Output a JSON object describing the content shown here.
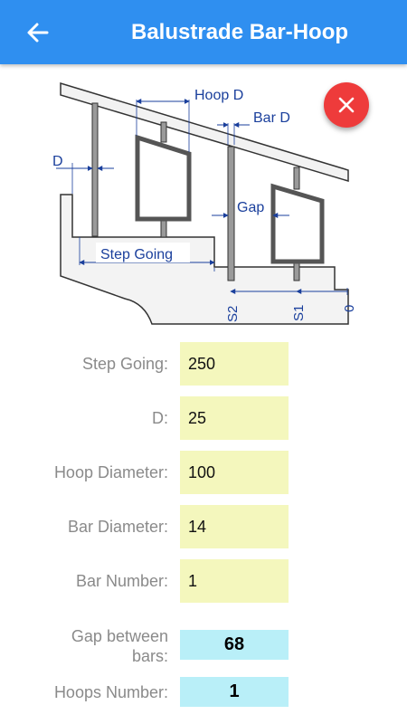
{
  "app_bar": {
    "title": "Balustrade Bar-Hoop"
  },
  "diagram": {
    "labels": {
      "hoop_d": "Hoop D",
      "bar_d": "Bar D",
      "d": "D",
      "gap": "Gap",
      "step_going": "Step Going",
      "s2": "S2",
      "s1": "S1",
      "zero": "0"
    }
  },
  "form": {
    "step_going": {
      "label": "Step Going:",
      "value": "250"
    },
    "d": {
      "label": "D:",
      "value": "25"
    },
    "hoop_diameter": {
      "label": "Hoop Diameter:",
      "value": "100"
    },
    "bar_diameter": {
      "label": "Bar Diameter:",
      "value": "14"
    },
    "bar_number": {
      "label": "Bar Number:",
      "value": "1"
    }
  },
  "results": {
    "gap_between_bars": {
      "label_line1": "Gap between",
      "label_line2": "bars:",
      "value": "68"
    },
    "hoops_number": {
      "label": "Hoops Number:",
      "value": "1"
    }
  },
  "colors": {
    "app_bar": "#2f8ff0",
    "input_bg": "#f4f7bd",
    "output_bg": "#b9eff8",
    "fab": "#ee3b3b",
    "dimension": "#1a3f9c"
  }
}
